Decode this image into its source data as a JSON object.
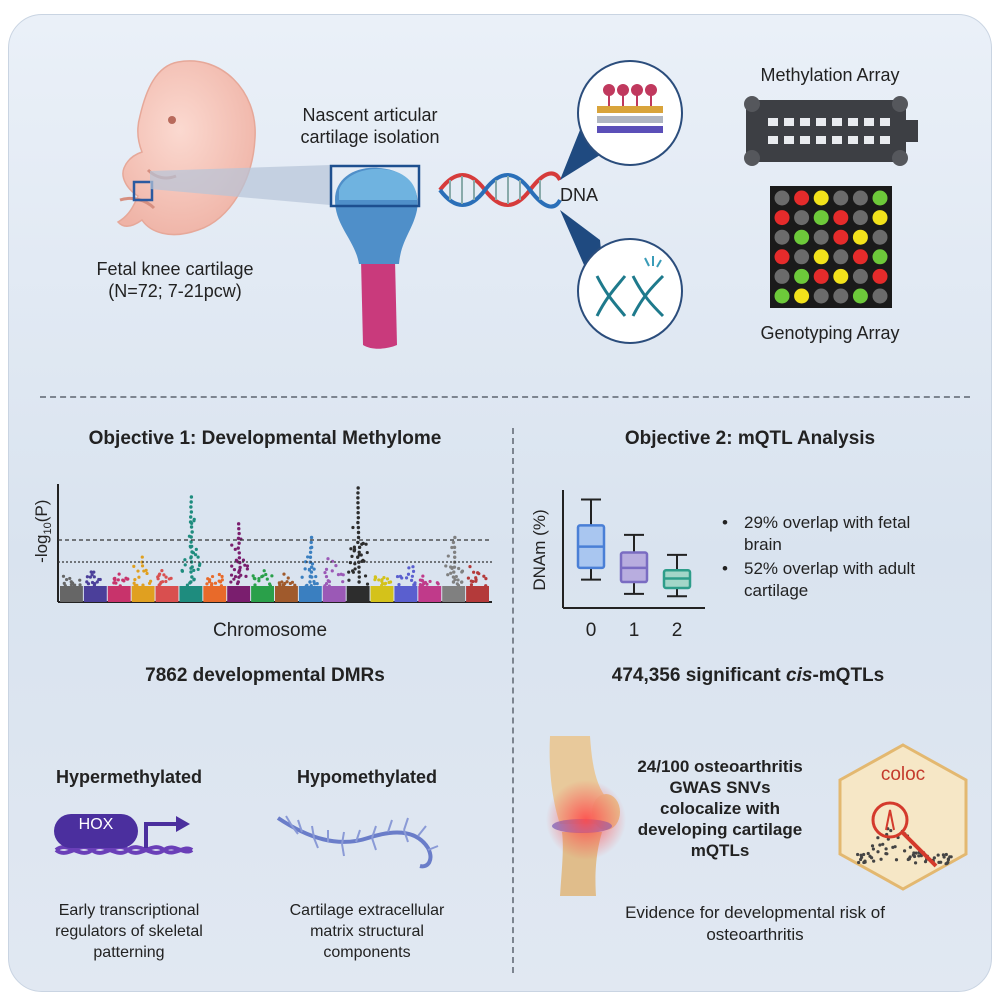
{
  "top": {
    "fetal_label_line1": "Fetal knee cartilage",
    "fetal_label_line2": "(N=72; 7-21pcw)",
    "isolation_line1": "Nascent articular",
    "isolation_line2": "cartilage isolation",
    "dna_label": "DNA",
    "methylation_array": "Methylation Array",
    "genotyping_array": "Genotyping Array"
  },
  "objective1": {
    "title": "Objective 1: Developmental Methylome",
    "ylabel_prefix": "-log",
    "ylabel_sub": "10",
    "ylabel_suffix": "(P)",
    "xlabel": "Chromosome",
    "result": "7862 developmental DMRs",
    "hyper_title": "Hypermethylated",
    "hox_label": "HOX",
    "hyper_desc_1": "Early transcriptional",
    "hyper_desc_2": "regulators of skeletal",
    "hyper_desc_3": "patterning",
    "hypo_title": "Hypomethylated",
    "hypo_desc_1": "Cartilage extracellular",
    "hypo_desc_2": "matrix structural",
    "hypo_desc_3": "components"
  },
  "objective2": {
    "title": "Objective 2: mQTL Analysis",
    "ylabel": "DNAm (%)",
    "result_prefix": "474,356 significant ",
    "result_italic": "cis",
    "result_suffix": "-mQTLs",
    "bullet1_line1": "29% overlap with fetal",
    "bullet1_line2": "brain",
    "bullet2_line1": "52% overlap with adult",
    "bullet2_line2": "cartilage",
    "gwas_line1": "24/100 osteoarthritis",
    "gwas_line2": "GWAS SNVs",
    "gwas_line3": "colocalize with",
    "gwas_line4": "developing cartilage",
    "gwas_line5": "mQTLs",
    "coloc_label": "coloc",
    "evidence_line1": "Evidence for developmental risk of",
    "evidence_line2": "osteoarthritis"
  },
  "chart_data": [
    {
      "type": "scatter",
      "subtype": "manhattan",
      "xlabel": "Chromosome",
      "ylabel": "-log10(P)",
      "chromosome_colors": [
        "#666666",
        "#4b3f9a",
        "#c8336b",
        "#e0a020",
        "#d94f4f",
        "#1e8c7e",
        "#e86a2a",
        "#7a1e6e",
        "#2aa04a",
        "#a05a2c",
        "#3a7fc0",
        "#9b59b6",
        "#2d2d2d",
        "#d4c21a",
        "#5a5fcf",
        "#c03a8a",
        "#808080",
        "#b43a3a"
      ],
      "peak_heights": [
        0.15,
        0.25,
        0.2,
        0.45,
        0.3,
        1.0,
        0.25,
        0.7,
        0.3,
        0.2,
        0.55,
        0.45,
        1.1,
        0.25,
        0.3,
        0.15,
        0.55,
        0.25
      ],
      "threshold_lines": 2,
      "grid": false
    },
    {
      "type": "box",
      "xlabel": "",
      "ylabel": "DNAm (%)",
      "categories": [
        "0",
        "1",
        "2"
      ],
      "series_colors": [
        "#4a7fd6",
        "#7a6cc2",
        "#2e9d8a"
      ],
      "boxes": [
        {
          "whisker_low": 0.24,
          "q1": 0.34,
          "median": 0.52,
          "q3": 0.7,
          "whisker_high": 0.92
        },
        {
          "whisker_low": 0.12,
          "q1": 0.22,
          "median": 0.34,
          "q3": 0.47,
          "whisker_high": 0.62
        },
        {
          "whisker_low": 0.1,
          "q1": 0.17,
          "median": 0.25,
          "q3": 0.32,
          "whisker_high": 0.45
        }
      ],
      "ylim": [
        0,
        1
      ],
      "grid": false
    }
  ],
  "icons": {
    "embryo": "embryo-icon",
    "cartilage": "knee-cartilage-icon",
    "dna": "dna-helix-icon",
    "methylation_chip": "methylation-chip-icon",
    "genotype_grid": "genotyping-grid-icon",
    "hox_gene": "hox-gene-icon",
    "ecm": "extracellular-matrix-icon",
    "knee": "knee-joint-icon",
    "coloc": "coloc-hexagon-icon"
  }
}
